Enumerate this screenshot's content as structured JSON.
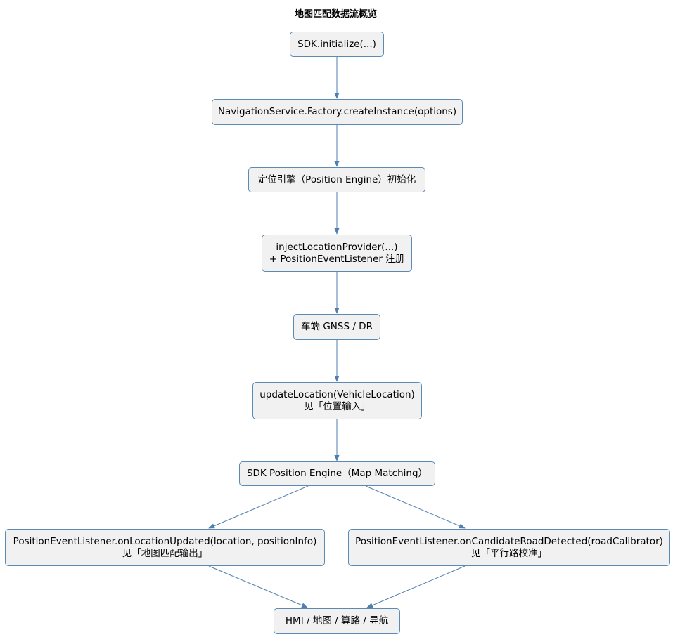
{
  "title": "地图匹配数据流概览",
  "nodes": {
    "sdk_init": {
      "line1": "SDK.initialize(...)"
    },
    "nav_service": {
      "line1": "NavigationService.Factory.createInstance(options)"
    },
    "position_engine_init": {
      "line1": "定位引擎（Position Engine）初始化"
    },
    "inject_provider": {
      "line1": "injectLocationProvider(...)",
      "line2": "+ PositionEventListener 注册"
    },
    "vehicle_gnss": {
      "line1": "车端 GNSS / DR"
    },
    "update_location": {
      "line1": "updateLocation(VehicleLocation)",
      "line2": "见「位置输入」"
    },
    "map_matching": {
      "line1": "SDK Position Engine（Map Matching）"
    },
    "on_location_updated": {
      "line1": "PositionEventListener.onLocationUpdated(location, positionInfo)",
      "line2": "见「地图匹配输出」"
    },
    "on_candidate_road": {
      "line1": "PositionEventListener.onCandidateRoadDetected(roadCalibrator)",
      "line2": "见「平行路校准」"
    },
    "hmi": {
      "line1": "HMI / 地图 / 算路 / 导航"
    }
  },
  "colors": {
    "node_fill": "#f1f1f1",
    "node_border": "#5a8ab5",
    "edge": "#4f7fae"
  }
}
